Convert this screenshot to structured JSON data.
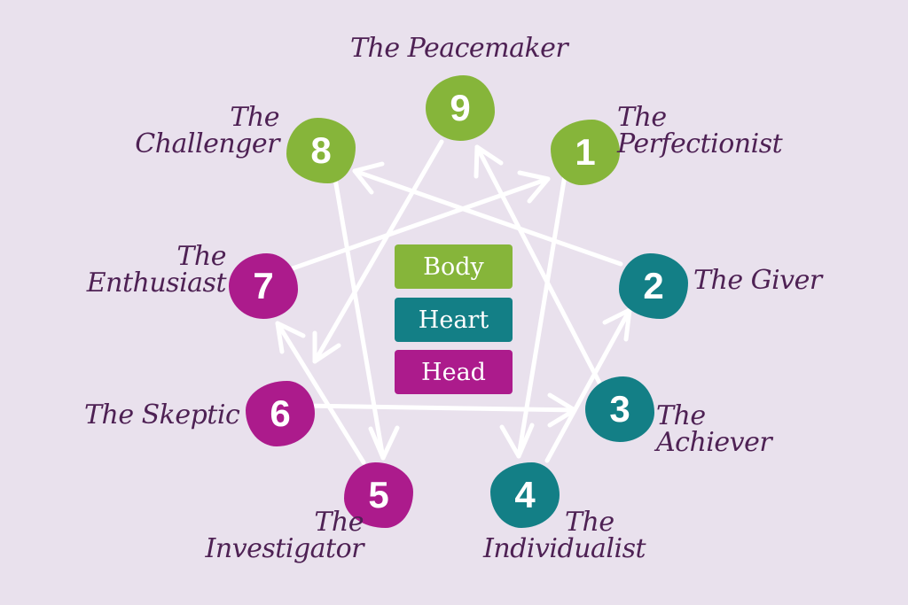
{
  "colors": {
    "background": "#e9e1ed",
    "body": "#86b53a",
    "heart": "#137f86",
    "head": "#ac1b8c",
    "label": "#4e2154",
    "arrow": "#ffffff"
  },
  "legend": [
    "Body",
    "Heart",
    "Head"
  ],
  "types": [
    {
      "number": "1",
      "label": [
        "The",
        "Perfectionist"
      ],
      "center": "body"
    },
    {
      "number": "2",
      "label": [
        "The Giver"
      ],
      "center": "heart"
    },
    {
      "number": "3",
      "label": [
        "The",
        "Achiever"
      ],
      "center": "heart"
    },
    {
      "number": "4",
      "label": [
        "The",
        "Individualist"
      ],
      "center": "heart"
    },
    {
      "number": "5",
      "label": [
        "The",
        "Investigator"
      ],
      "center": "head"
    },
    {
      "number": "6",
      "label": [
        "The Skeptic"
      ],
      "center": "head"
    },
    {
      "number": "7",
      "label": [
        "The",
        "Enthusiast"
      ],
      "center": "head"
    },
    {
      "number": "8",
      "label": [
        "The",
        "Challenger"
      ],
      "center": "body"
    },
    {
      "number": "9",
      "label": [
        "The Peacemaker"
      ],
      "center": "body"
    }
  ],
  "arrows": [
    {
      "from": "1",
      "to": "4"
    },
    {
      "from": "4",
      "to": "2"
    },
    {
      "from": "2",
      "to": "8"
    },
    {
      "from": "8",
      "to": "5"
    },
    {
      "from": "5",
      "to": "7"
    },
    {
      "from": "7",
      "to": "1"
    },
    {
      "from": "3",
      "to": "9"
    },
    {
      "from": "9",
      "to": "6"
    },
    {
      "from": "6",
      "to": "3"
    }
  ]
}
